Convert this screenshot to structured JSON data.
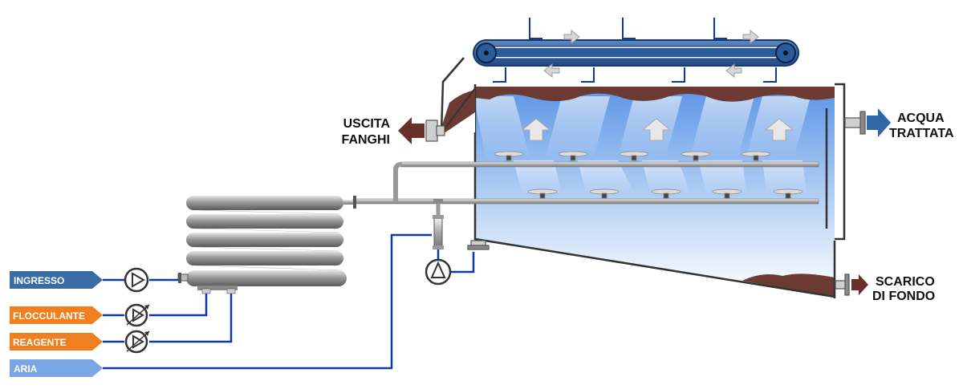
{
  "inputs": {
    "ingresso": {
      "label": "INGRESSO",
      "color": "#3a6da6"
    },
    "flocculante": {
      "label": "FLOCCULANTE",
      "color": "#f07f1f"
    },
    "reagente": {
      "label": "REAGENTE",
      "color": "#f07f1f"
    },
    "aria": {
      "label": "ARIA",
      "color": "#7aa6e6"
    }
  },
  "outputs": {
    "uscita_fanghi": {
      "line1": "USCITA",
      "line2": "FANGHI",
      "color": "#6b2f2a"
    },
    "acqua_trattata": {
      "line1": "ACQUA",
      "line2": "TRATTATA",
      "color": "#2f66a6"
    },
    "scarico_di_fondo": {
      "line1": "SCARICO",
      "line2": "DI FONDO",
      "color": "#6b2f2a"
    }
  },
  "colors": {
    "pipe_blue": "#0b3aa0",
    "sludge": "#6b3b33",
    "water_top": "#7fb0ef",
    "water_bottom": "#ffffff",
    "belt": "#2a5b9a"
  }
}
